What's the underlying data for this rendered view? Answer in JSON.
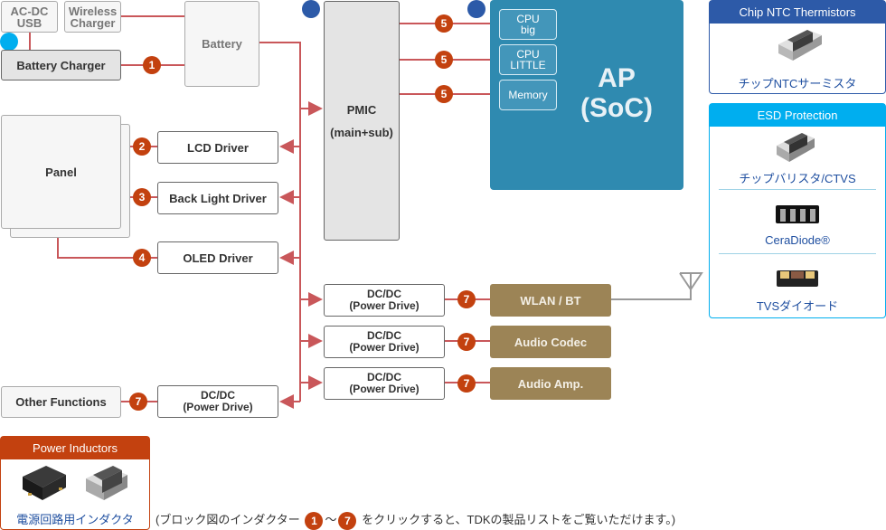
{
  "colors": {
    "wire": "#c9575a",
    "badge": "#c3410f",
    "ap": "#2f8ab0",
    "module": "#9c8456",
    "ntc_header": "#2d5aa8",
    "esd_header": "#00aeef",
    "inductor_header": "#c3410f",
    "link": "#1f4fa0"
  },
  "blocks": {
    "acdc": "AC-DC\nUSB",
    "wireless": "Wireless\nCharger",
    "battery_charger": "Battery Charger",
    "battery": "Battery",
    "pmic_line1": "PMIC",
    "pmic_line2": "(main+sub)",
    "panel": "Panel",
    "lcd_driver": "LCD Driver",
    "backlight_driver": "Back Light Driver",
    "oled_driver": "OLED Driver",
    "dcdc": "DC/DC\n(Power Drive)",
    "other_functions": "Other Functions",
    "wlan_bt": "WLAN / BT",
    "audio_codec": "Audio Codec",
    "audio_amp": "Audio Amp.",
    "ap_line1": "AP",
    "ap_line2": "(SoC)",
    "cpu_big": "CPU\nbig",
    "cpu_little": "CPU\nLITTLE",
    "memory": "Memory"
  },
  "badges": {
    "b1": "1",
    "b2": "2",
    "b3": "3",
    "b4": "4",
    "b5": "5",
    "b7": "7"
  },
  "cards": {
    "ntc": {
      "title": "Chip NTC Thermistors",
      "items": [
        "チップNTCサーミスタ"
      ]
    },
    "esd": {
      "title": "ESD Protection",
      "items": [
        "チップバリスタ/CTVS",
        "CeraDiode®",
        "TVSダイオード"
      ]
    },
    "inductor": {
      "title": "Power Inductors",
      "items": [
        "電源回路用インダクタ"
      ]
    }
  },
  "note": {
    "prefix": "(ブロック図のインダクター",
    "from": "1",
    "tilde": "～",
    "to": "7",
    "suffix": "をクリックすると、TDKの製品リストをご覧いただけます。)"
  }
}
